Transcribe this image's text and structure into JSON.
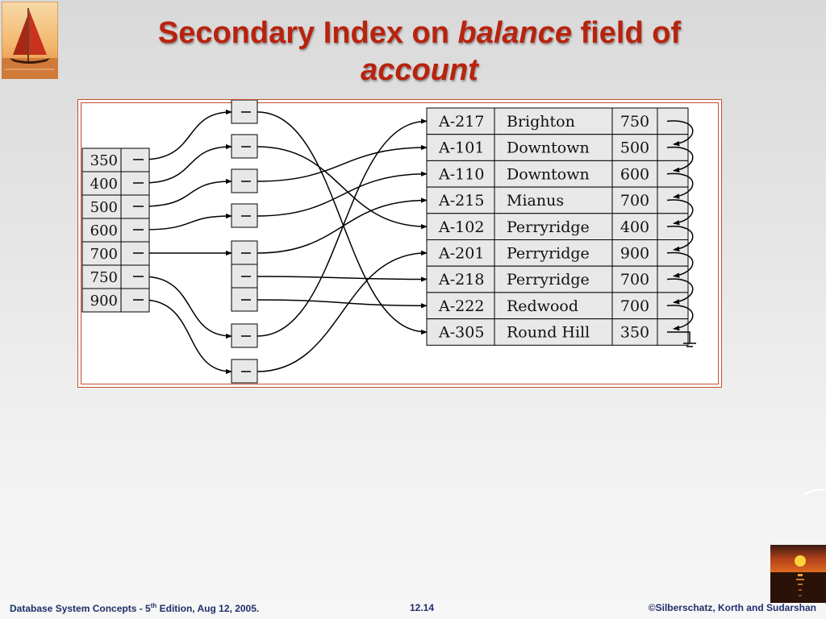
{
  "title": {
    "part1": "Secondary Index on ",
    "part2": "balance",
    "part3": " field of",
    "part4": "account"
  },
  "index_keys": [
    "350",
    "400",
    "500",
    "600",
    "700",
    "750",
    "900"
  ],
  "account_table": {
    "rows": [
      {
        "account_number": "A-217",
        "branch": "Brighton",
        "balance": "750"
      },
      {
        "account_number": "A-101",
        "branch": "Downtown",
        "balance": "500"
      },
      {
        "account_number": "A-110",
        "branch": "Downtown",
        "balance": "600"
      },
      {
        "account_number": "A-215",
        "branch": "Mianus",
        "balance": "700"
      },
      {
        "account_number": "A-102",
        "branch": "Perryridge",
        "balance": "400"
      },
      {
        "account_number": "A-201",
        "branch": "Perryridge",
        "balance": "900"
      },
      {
        "account_number": "A-218",
        "branch": "Perryridge",
        "balance": "700"
      },
      {
        "account_number": "A-222",
        "branch": "Redwood",
        "balance": "700"
      },
      {
        "account_number": "A-305",
        "branch": "Round Hill",
        "balance": "350"
      }
    ]
  },
  "footer": {
    "left_pre": "Database System Concepts - 5",
    "left_sup": "th",
    "left_post": " Edition, Aug 12, 2005.",
    "center": "12.14",
    "right": "©Silberschatz, Korth and Sudarshan"
  },
  "colors": {
    "title": "#b8230e",
    "frame": "#c0502e",
    "footer": "#1f2f6b",
    "cell_fill": "#e8e8e8"
  },
  "icons": [
    "sailboat-logo",
    "sunset-thumbnail"
  ]
}
